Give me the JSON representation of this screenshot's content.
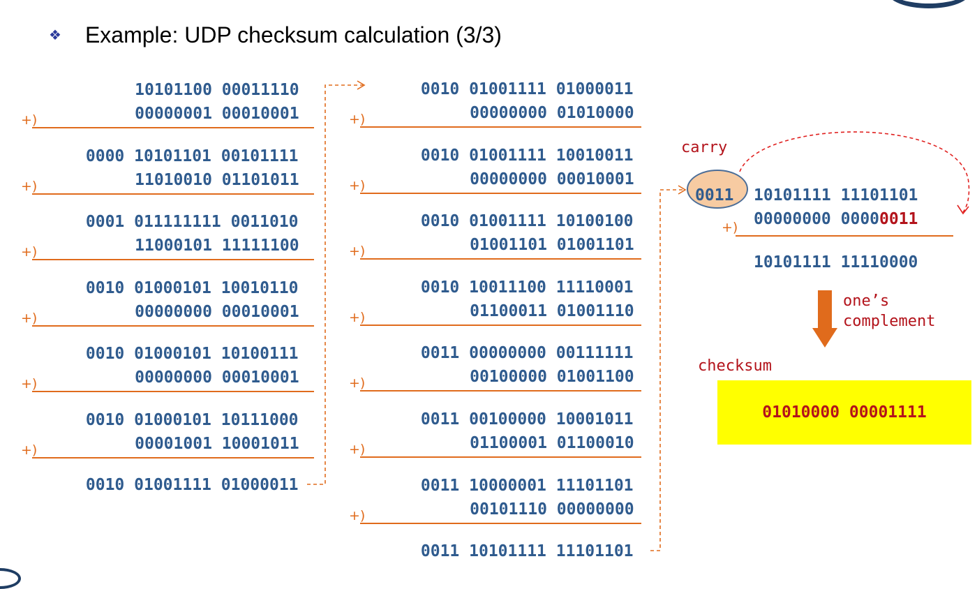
{
  "title": "Example: UDP checksum calculation (3/3)",
  "plus_symbol": "+)",
  "col1": {
    "blocks": [
      {
        "top": "10101100 00011110",
        "add": "00000001 00010001"
      },
      {
        "top": "0000 10101101 00101111",
        "add": "11010010 01101011"
      },
      {
        "top": "0001 011111111 0011010",
        "add": "11000101 11111100"
      },
      {
        "top": "0010 01000101 10010110",
        "add": "00000000 00010001"
      },
      {
        "top": "0010 01000101 10100111",
        "add": "00000000 00010001"
      },
      {
        "top": "0010 01000101 10111000",
        "add": "00001001 10001011"
      }
    ],
    "result": "0010 01001111 01000011"
  },
  "col2": {
    "blocks": [
      {
        "top": "0010 01001111 01000011",
        "add": "00000000 01010000"
      },
      {
        "top": "0010 01001111 10010011",
        "add": "00000000 00010001"
      },
      {
        "top": "0010 01001111 10100100",
        "add": "01001101 01001101"
      },
      {
        "top": "0010 10011100 11110001",
        "add": "01100011 01001110"
      },
      {
        "top": "0011 00000000 00111111",
        "add": "00100000 01001100"
      },
      {
        "top": "0011 00100000 10001011",
        "add": "01100001 01100010"
      },
      {
        "top": "0011 10000001 11101101",
        "add": "00101110 00000000"
      }
    ],
    "result": "0011 10101111 11101101"
  },
  "col3": {
    "carry_label": "carry",
    "carry_bits": "0011",
    "top_rest": "10101111 11101101",
    "add_plain": "00000000 0000",
    "add_highlight": "0011",
    "result": "10101111 11110000",
    "complement_label": "one’s\ncomplement",
    "checksum_label": "checksum",
    "checksum_value": "01010000 00001111"
  },
  "colors": {
    "number_blue": "#2f5b8e",
    "operator_orange": "#e06b1c",
    "label_red": "#b3131b",
    "checksum_fill": "#ffff00",
    "carry_fill": "#f7cba2",
    "arrow_fill": "#e06b1c"
  },
  "icons": {
    "bullet": "diamond-bullet-icon",
    "arrow": "down-arrow-icon"
  }
}
